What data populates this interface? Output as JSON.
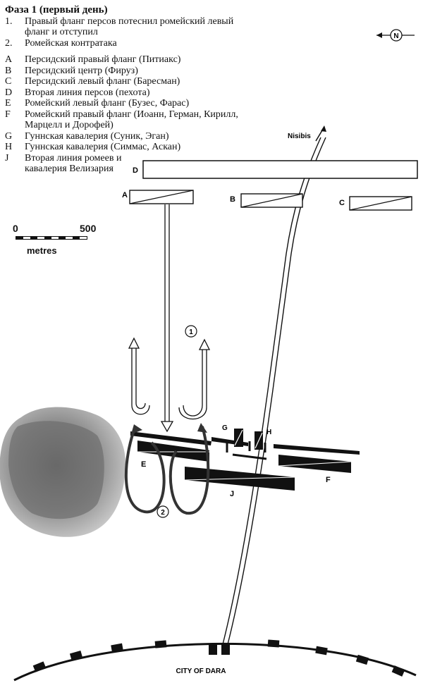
{
  "legend": {
    "title": "Фаза 1 (первый день)",
    "items": [
      {
        "key": "1.",
        "text": "Правый фланг персов потеснил ромейский левый фланг и отступил"
      },
      {
        "key": "2.",
        "text": "Ромейская контратака"
      },
      {
        "key": "A",
        "text": "Персидский правый фланг (Питиакс)"
      },
      {
        "key": "B",
        "text": "Персидский центр (Фируз)"
      },
      {
        "key": "C",
        "text": "Персидский левый фланг (Баресман)"
      },
      {
        "key": "D",
        "text": "Вторая линия персов (пехота)"
      },
      {
        "key": "E",
        "text": "Ромейский левый фланг (Бузес, Фарас)"
      },
      {
        "key": "F",
        "text": "Ромейский правый фланг (Иоанн, Герман, Кирилл, Марцелл и Дорофей)"
      },
      {
        "key": "G",
        "text": "Гуннская кавалерия (Суник, Эган)"
      },
      {
        "key": "H",
        "text": "Гуннская кавалерия (Симмас, Аскан)"
      },
      {
        "key": "J",
        "text": "Вторая линия ромеев и кавалерия Велизария"
      }
    ]
  },
  "scale": {
    "start": "0",
    "end": "500",
    "unit": "metres"
  },
  "compass": {
    "label": "N"
  },
  "map_labels": {
    "nisibis": "Nisibis",
    "city": "CITY OF DARA",
    "A": "A",
    "B": "B",
    "C": "C",
    "D": "D",
    "E": "E",
    "F": "F",
    "G": "G",
    "H": "H",
    "J": "J",
    "move1": "1",
    "move2": "2"
  },
  "colors": {
    "ink": "#111111",
    "terrain_dark": "#6a6a6a",
    "terrain_light": "#bdbdbd"
  }
}
